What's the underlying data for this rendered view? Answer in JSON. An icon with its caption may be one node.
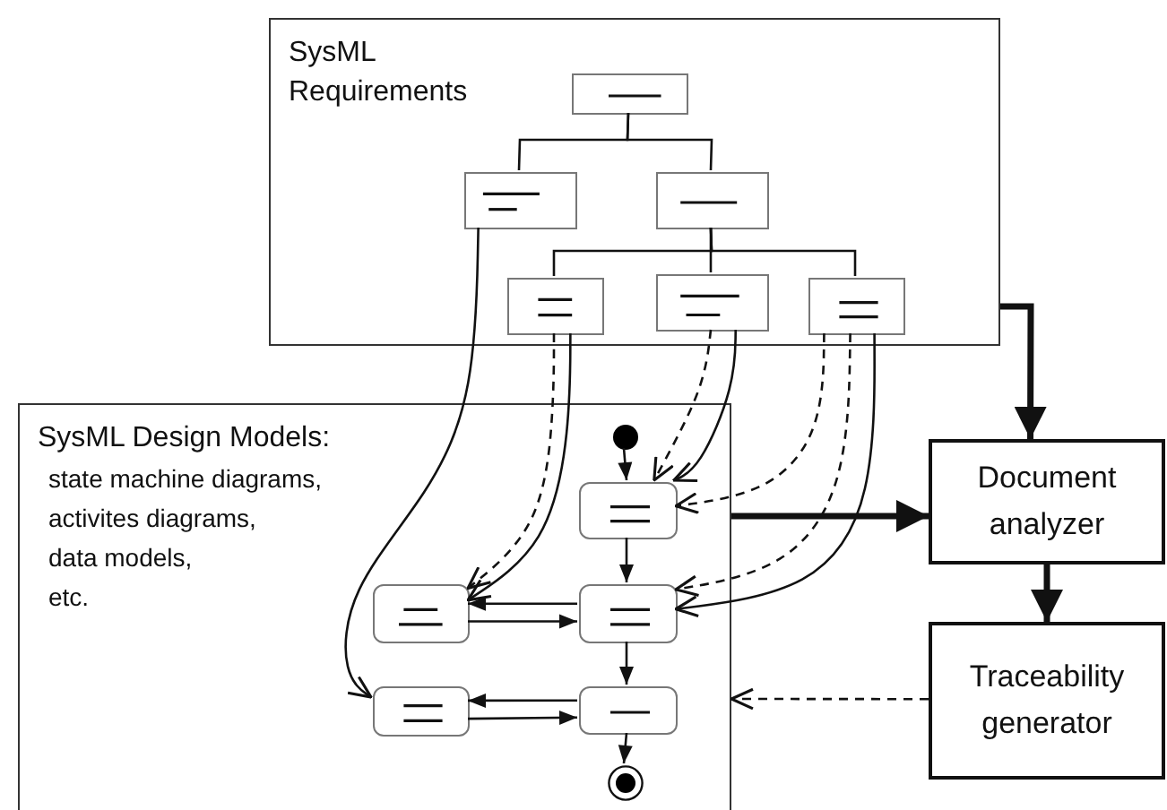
{
  "diagram": {
    "nodes": [
      {
        "text": [
          "SysML Requirements"
        ]
      },
      {
        "text": [],
        "shape": "box",
        "in": 0
      },
      {
        "text": [],
        "shape": "box",
        "in": 0
      },
      {
        "text": [],
        "shape": "box",
        "in": 0
      },
      {
        "text": [],
        "shape": "box",
        "in": 0
      },
      {
        "text": [],
        "shape": "box",
        "in": 0
      },
      {
        "text": [],
        "shape": "box",
        "in": 0
      },
      {
        "text": [
          "SysML Design Models:",
          "state machine diagrams, activites diagrams, data models, etc."
        ]
      },
      {
        "text": [],
        "shape": "circle",
        "in": 7
      },
      {
        "text": [],
        "shape": "box",
        "in": 7
      },
      {
        "text": [],
        "shape": "box",
        "in": 7
      },
      {
        "text": [],
        "shape": "box",
        "in": 7
      },
      {
        "text": [],
        "shape": "box",
        "in": 7
      },
      {
        "text": [],
        "shape": "box",
        "in": 7
      },
      {
        "text": [],
        "shape": "circle",
        "in": 7
      },
      {
        "text": [
          "Document analyzer"
        ]
      },
      {
        "text": [
          "Traceability generator"
        ]
      }
    ],
    "edges": [
      {
        "from": 1,
        "to": 2,
        "arrow": "none"
      },
      {
        "from": 1,
        "to": 3,
        "arrow": "none"
      },
      {
        "from": 3,
        "to": 4,
        "arrow": "none"
      },
      {
        "from": 3,
        "to": 5,
        "arrow": "none"
      },
      {
        "from": 3,
        "to": 6,
        "arrow": "none"
      },
      {
        "from": 2,
        "to": 12,
        "arrow": "to"
      },
      {
        "from": 4,
        "to": 10,
        "arrow": "to",
        "style": "dashed"
      },
      {
        "from": 4,
        "to": 10,
        "arrow": "to"
      },
      {
        "from": 5,
        "to": 9,
        "arrow": "to",
        "style": "dashed"
      },
      {
        "from": 5,
        "to": 9,
        "arrow": "to"
      },
      {
        "from": 6,
        "to": 9,
        "arrow": "to",
        "style": "dashed"
      },
      {
        "from": 6,
        "to": 11,
        "arrow": "to",
        "style": "dashed"
      },
      {
        "from": 6,
        "to": 11,
        "arrow": "to"
      },
      {
        "from": 8,
        "to": 9,
        "arrow": "to"
      },
      {
        "from": 9,
        "to": 11,
        "arrow": "to"
      },
      {
        "from": 11,
        "to": 13,
        "arrow": "to"
      },
      {
        "from": 13,
        "to": 14,
        "arrow": "to"
      },
      {
        "from": 11,
        "to": 10,
        "arrow": "to"
      },
      {
        "from": 10,
        "to": 11,
        "arrow": "to"
      },
      {
        "from": 13,
        "to": 12,
        "arrow": "to"
      },
      {
        "from": 12,
        "to": 13,
        "arrow": "to"
      },
      {
        "from": 0,
        "to": 15,
        "arrow": "to",
        "style": "thick"
      },
      {
        "from": 7,
        "to": 15,
        "arrow": "to",
        "style": "thick"
      },
      {
        "from": 15,
        "to": 16,
        "arrow": "to",
        "style": "thick"
      },
      {
        "from": 16,
        "to": 7,
        "arrow": "to",
        "style": "dashed"
      }
    ]
  }
}
